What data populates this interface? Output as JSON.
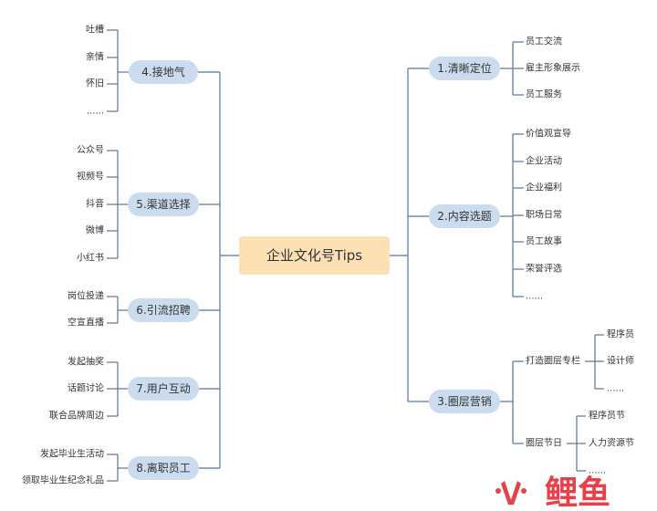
{
  "root": {
    "label": "企业文化号Tips"
  },
  "right_branches": [
    {
      "label": "1.清晰定位",
      "items": [
        "员工交流",
        "雇主形象展示",
        "员工服务"
      ]
    },
    {
      "label": "2.内容选题",
      "items": [
        "价值观宣导",
        "企业活动",
        "企业福利",
        "职场日常",
        "员工故事",
        "荣誉评选",
        "......"
      ]
    },
    {
      "label": "3.圈层营销",
      "subs": [
        {
          "label": "打造圈层专栏",
          "items": [
            "程序员",
            "设计师",
            "......"
          ]
        },
        {
          "label": "圈层节日",
          "items": [
            "程序员节",
            "人力资源节",
            "......"
          ]
        }
      ]
    }
  ],
  "left_branches": [
    {
      "label": "4.接地气",
      "items": [
        "吐槽",
        "亲情",
        "怀旧",
        "......"
      ]
    },
    {
      "label": "5.渠道选择",
      "items": [
        "公众号",
        "视频号",
        "抖音",
        "微博",
        "小红书"
      ]
    },
    {
      "label": "6.引流招聘",
      "items": [
        "岗位投递",
        "空宣直播"
      ]
    },
    {
      "label": "7.用户互动",
      "items": [
        "发起抽奖",
        "话题讨论",
        "联合品牌周边"
      ]
    },
    {
      "label": "8.离职员工",
      "items": [
        "发起毕业生活动",
        "领取毕业生纪念礼品"
      ]
    }
  ],
  "watermark": {
    "text": "鲤鱼",
    "icon": "fire-logo-icon"
  },
  "colors": {
    "line": "#5a7592",
    "pill_fill": "#ccdcef",
    "root_fill": "#fde1b5",
    "text": "#333333",
    "watermark": "#e8404a"
  }
}
